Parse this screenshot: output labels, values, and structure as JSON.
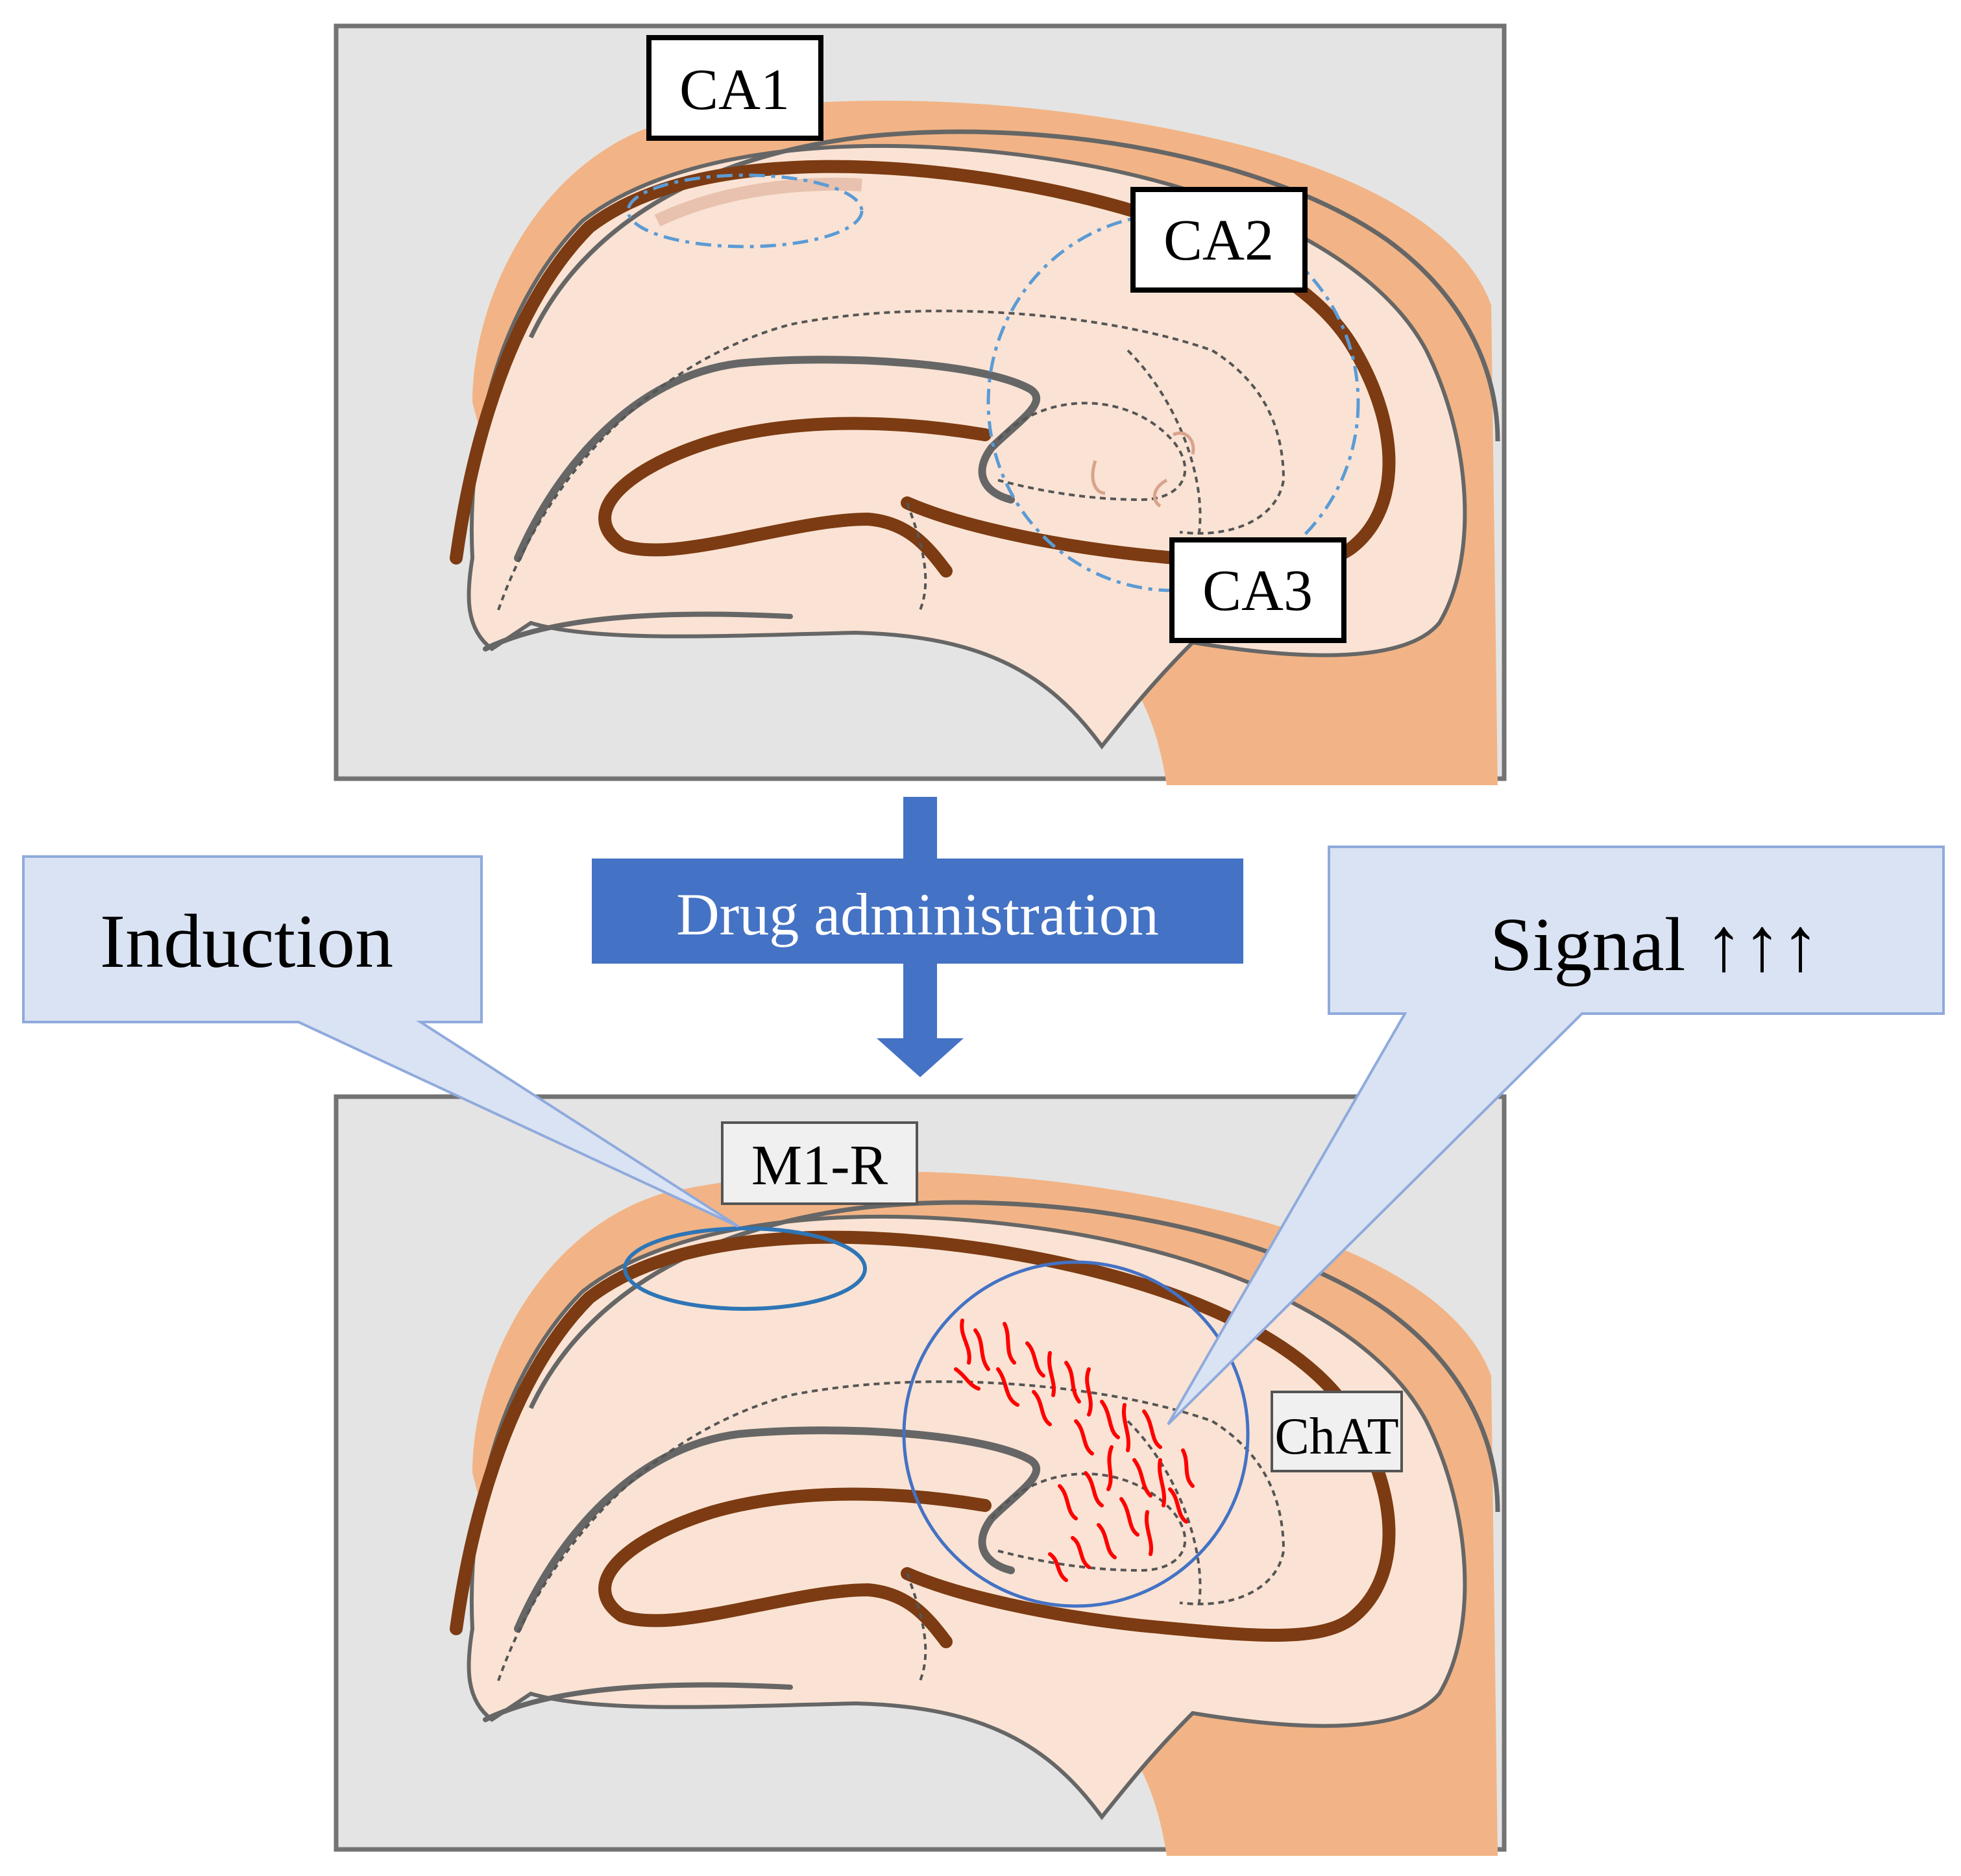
{
  "top_panel": {
    "labels": {
      "ca1": "CA1",
      "ca2": "CA2",
      "ca3": "CA3"
    }
  },
  "arrow": {
    "label": "Drug administration"
  },
  "callouts": {
    "left": "Induction",
    "right": "Signal ↑↑↑"
  },
  "bottom_panel": {
    "labels": {
      "m1r": "M1-R",
      "chat": "ChAT"
    }
  },
  "colors": {
    "panel_bg": "#e4e4e4",
    "panel_border": "#737373",
    "tissue_fill": "#fae3d4",
    "tissue_outer": "#f2b486",
    "cell_layer": "#7c3b12",
    "arrow_fill": "#4472c4",
    "callout_fill": "#dae3f3",
    "callout_stroke": "#8faadc",
    "roi_blue": "#2e75b6",
    "chat_signal": "#ff0000"
  }
}
